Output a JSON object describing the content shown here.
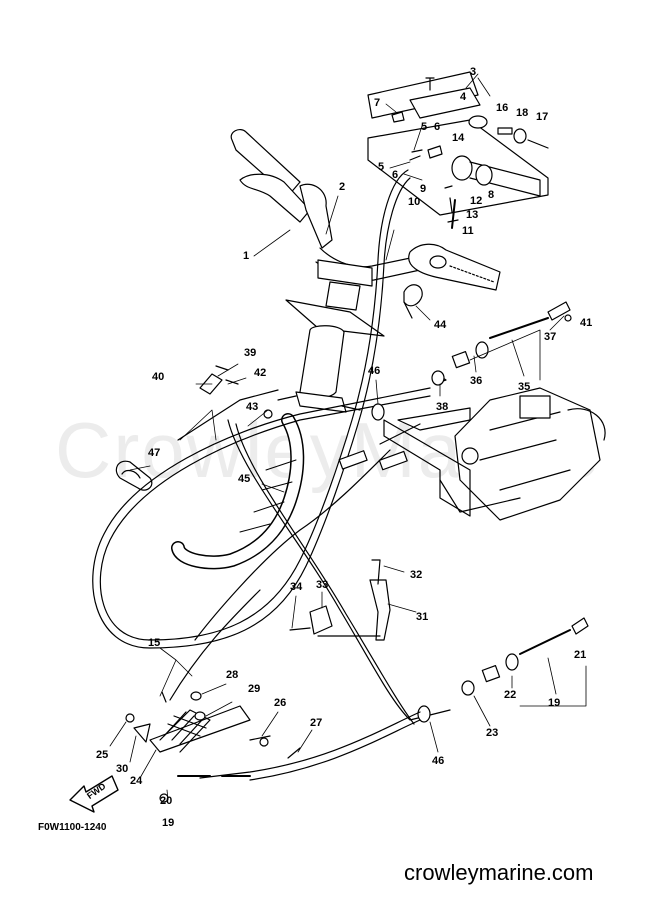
{
  "watermark": "CrowleyMarine",
  "figure_code": "F0W1100-1240",
  "website": "crowleymarine.com",
  "fwd_arrow_label": "FWD",
  "callouts": [
    "1",
    "2",
    "3",
    "4",
    "5",
    "5",
    "6",
    "6",
    "7",
    "8",
    "9",
    "10",
    "11",
    "12",
    "13",
    "14",
    "16",
    "17",
    "18",
    "19",
    "19",
    "20",
    "21",
    "22",
    "23",
    "24",
    "25",
    "26",
    "27",
    "28",
    "29",
    "30",
    "31",
    "32",
    "33",
    "34",
    "35",
    "36",
    "37",
    "38",
    "39",
    "40",
    "41",
    "42",
    "43",
    "44",
    "45",
    "46",
    "46",
    "47",
    "15"
  ]
}
